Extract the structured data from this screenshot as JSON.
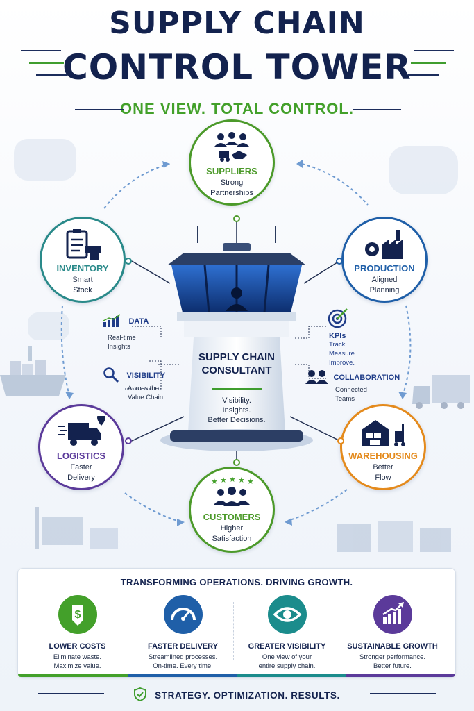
{
  "header": {
    "title_line1": "SUPPLY CHAIN",
    "title_line2": "CONTROL TOWER",
    "tagline": "ONE VIEW. TOTAL CONTROL."
  },
  "nodes": {
    "suppliers": {
      "title": "SUPPLIERS",
      "line1": "Strong",
      "line2": "Partnerships",
      "color": "#4c9a2a"
    },
    "production": {
      "title": "PRODUCTION",
      "line1": "Aligned",
      "line2": "Planning",
      "color": "#1f5fa8"
    },
    "warehousing": {
      "title": "WAREHOUSING",
      "line1": "Better",
      "line2": "Flow",
      "color": "#e48a1c"
    },
    "customers": {
      "title": "CUSTOMERS",
      "line1": "Higher",
      "line2": "Satisfaction",
      "color": "#4c9a2a"
    },
    "logistics": {
      "title": "LOGISTICS",
      "line1": "Faster",
      "line2": "Delivery",
      "color": "#5b3a9a"
    },
    "inventory": {
      "title": "INVENTORY",
      "line1": "Smart",
      "line2": "Stock",
      "color": "#2a8a8a"
    }
  },
  "side": {
    "data": {
      "title": "DATA",
      "line1": "Real-time",
      "line2": "Insights"
    },
    "visibility": {
      "title": "VISIBILITY",
      "line1": "Across the",
      "line2": "Value Chain"
    },
    "kpis": {
      "title": "KPIs",
      "line1": "Track.",
      "line2": "Measure.",
      "line3": "Improve."
    },
    "collaboration": {
      "title": "COLLABORATION",
      "line1": "Connected",
      "line2": "Teams"
    }
  },
  "tower": {
    "label_line1": "SUPPLY CHAIN",
    "label_line2": "CONSULTANT",
    "sub_line1": "Visibility.",
    "sub_line2": "Insights.",
    "sub_line3": "Better Decisions."
  },
  "panel": {
    "title": "TRANSFORMING OPERATIONS. DRIVING GROWTH.",
    "items": [
      {
        "title": "LOWER COSTS",
        "line1": "Eliminate waste.",
        "line2": "Maximize value.",
        "color": "#43a02a",
        "icon": "dollar-tag-icon"
      },
      {
        "title": "FASTER DELIVERY",
        "line1": "Streamlined processes.",
        "line2": "On-time. Every time.",
        "color": "#1f5fa8",
        "icon": "speedometer-icon"
      },
      {
        "title": "GREATER VISIBILITY",
        "line1": "One view of your",
        "line2": "entire supply chain.",
        "color": "#1b8c8c",
        "icon": "eye-icon"
      },
      {
        "title": "SUSTAINABLE GROWTH",
        "line1": "Stronger performance.",
        "line2": "Better future.",
        "color": "#5b3a9a",
        "icon": "growth-chart-icon"
      }
    ]
  },
  "footer": {
    "text": "STRATEGY. OPTIMIZATION. RESULTS."
  }
}
